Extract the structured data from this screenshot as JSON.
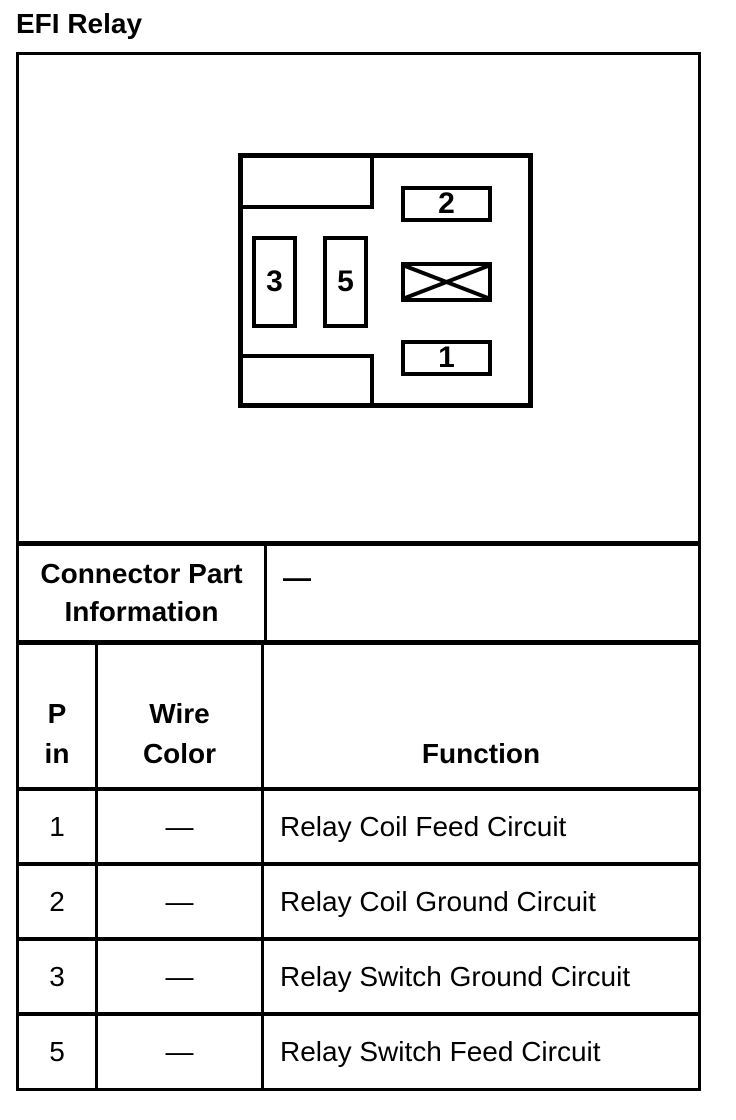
{
  "page": {
    "title": "EFI Relay"
  },
  "diagram": {
    "cavity_labels": {
      "c1": "1",
      "c2": "2",
      "c3": "3",
      "c5": "5"
    },
    "blocked_cavity_icon": "crossed-box"
  },
  "info_table": {
    "connector_part_label_lines": [
      "Connector Part",
      "Information"
    ],
    "connector_part_value": "—",
    "headers": {
      "pin_lines": [
        "P",
        "in"
      ],
      "wire_color_lines": [
        "Wire",
        "Color"
      ],
      "function": "Function"
    },
    "rows": [
      {
        "pin": "1",
        "wire_color": "—",
        "function": "Relay Coil Feed Circuit"
      },
      {
        "pin": "2",
        "wire_color": "—",
        "function": "Relay Coil Ground Circuit"
      },
      {
        "pin": "3",
        "wire_color": "—",
        "function": "Relay Switch Ground Circuit"
      },
      {
        "pin": "5",
        "wire_color": "—",
        "function": "Relay Switch Feed Circuit"
      }
    ],
    "colors": {
      "line": "#000000",
      "background": "#ffffff"
    }
  }
}
